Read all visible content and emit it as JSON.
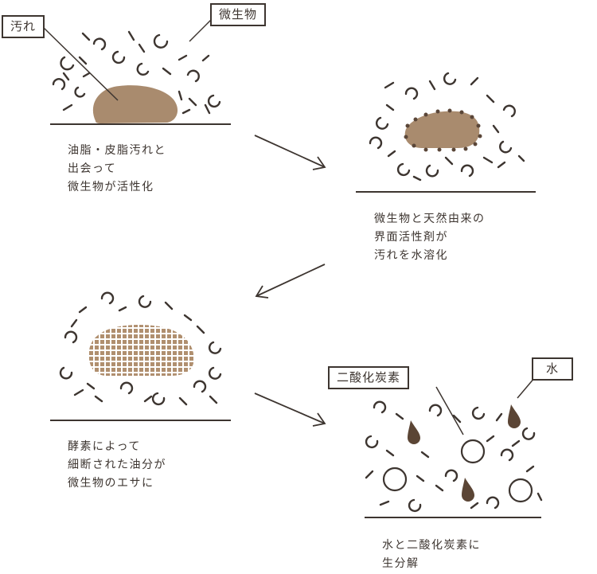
{
  "colors": {
    "stain": "#a98b6e",
    "ink": "#3d3530",
    "dots": "#5a4638",
    "water": "#5b4535",
    "grid": "#b08f6f"
  },
  "labels": {
    "stain": "汚れ",
    "microbe": "微生物",
    "co2": "二酸化炭素",
    "water": "水"
  },
  "steps": [
    {
      "lines": [
        "油脂・皮脂汚れと",
        "出会って",
        "微生物が活性化"
      ]
    },
    {
      "lines": [
        "微生物と天然由来の",
        "界面活性剤が",
        "汚れを水溶化"
      ]
    },
    {
      "lines": [
        "酵素によって",
        "細断された油分が",
        "微生物のエサに"
      ]
    },
    {
      "lines": [
        "水と二酸化炭素に",
        "生分解"
      ]
    }
  ]
}
